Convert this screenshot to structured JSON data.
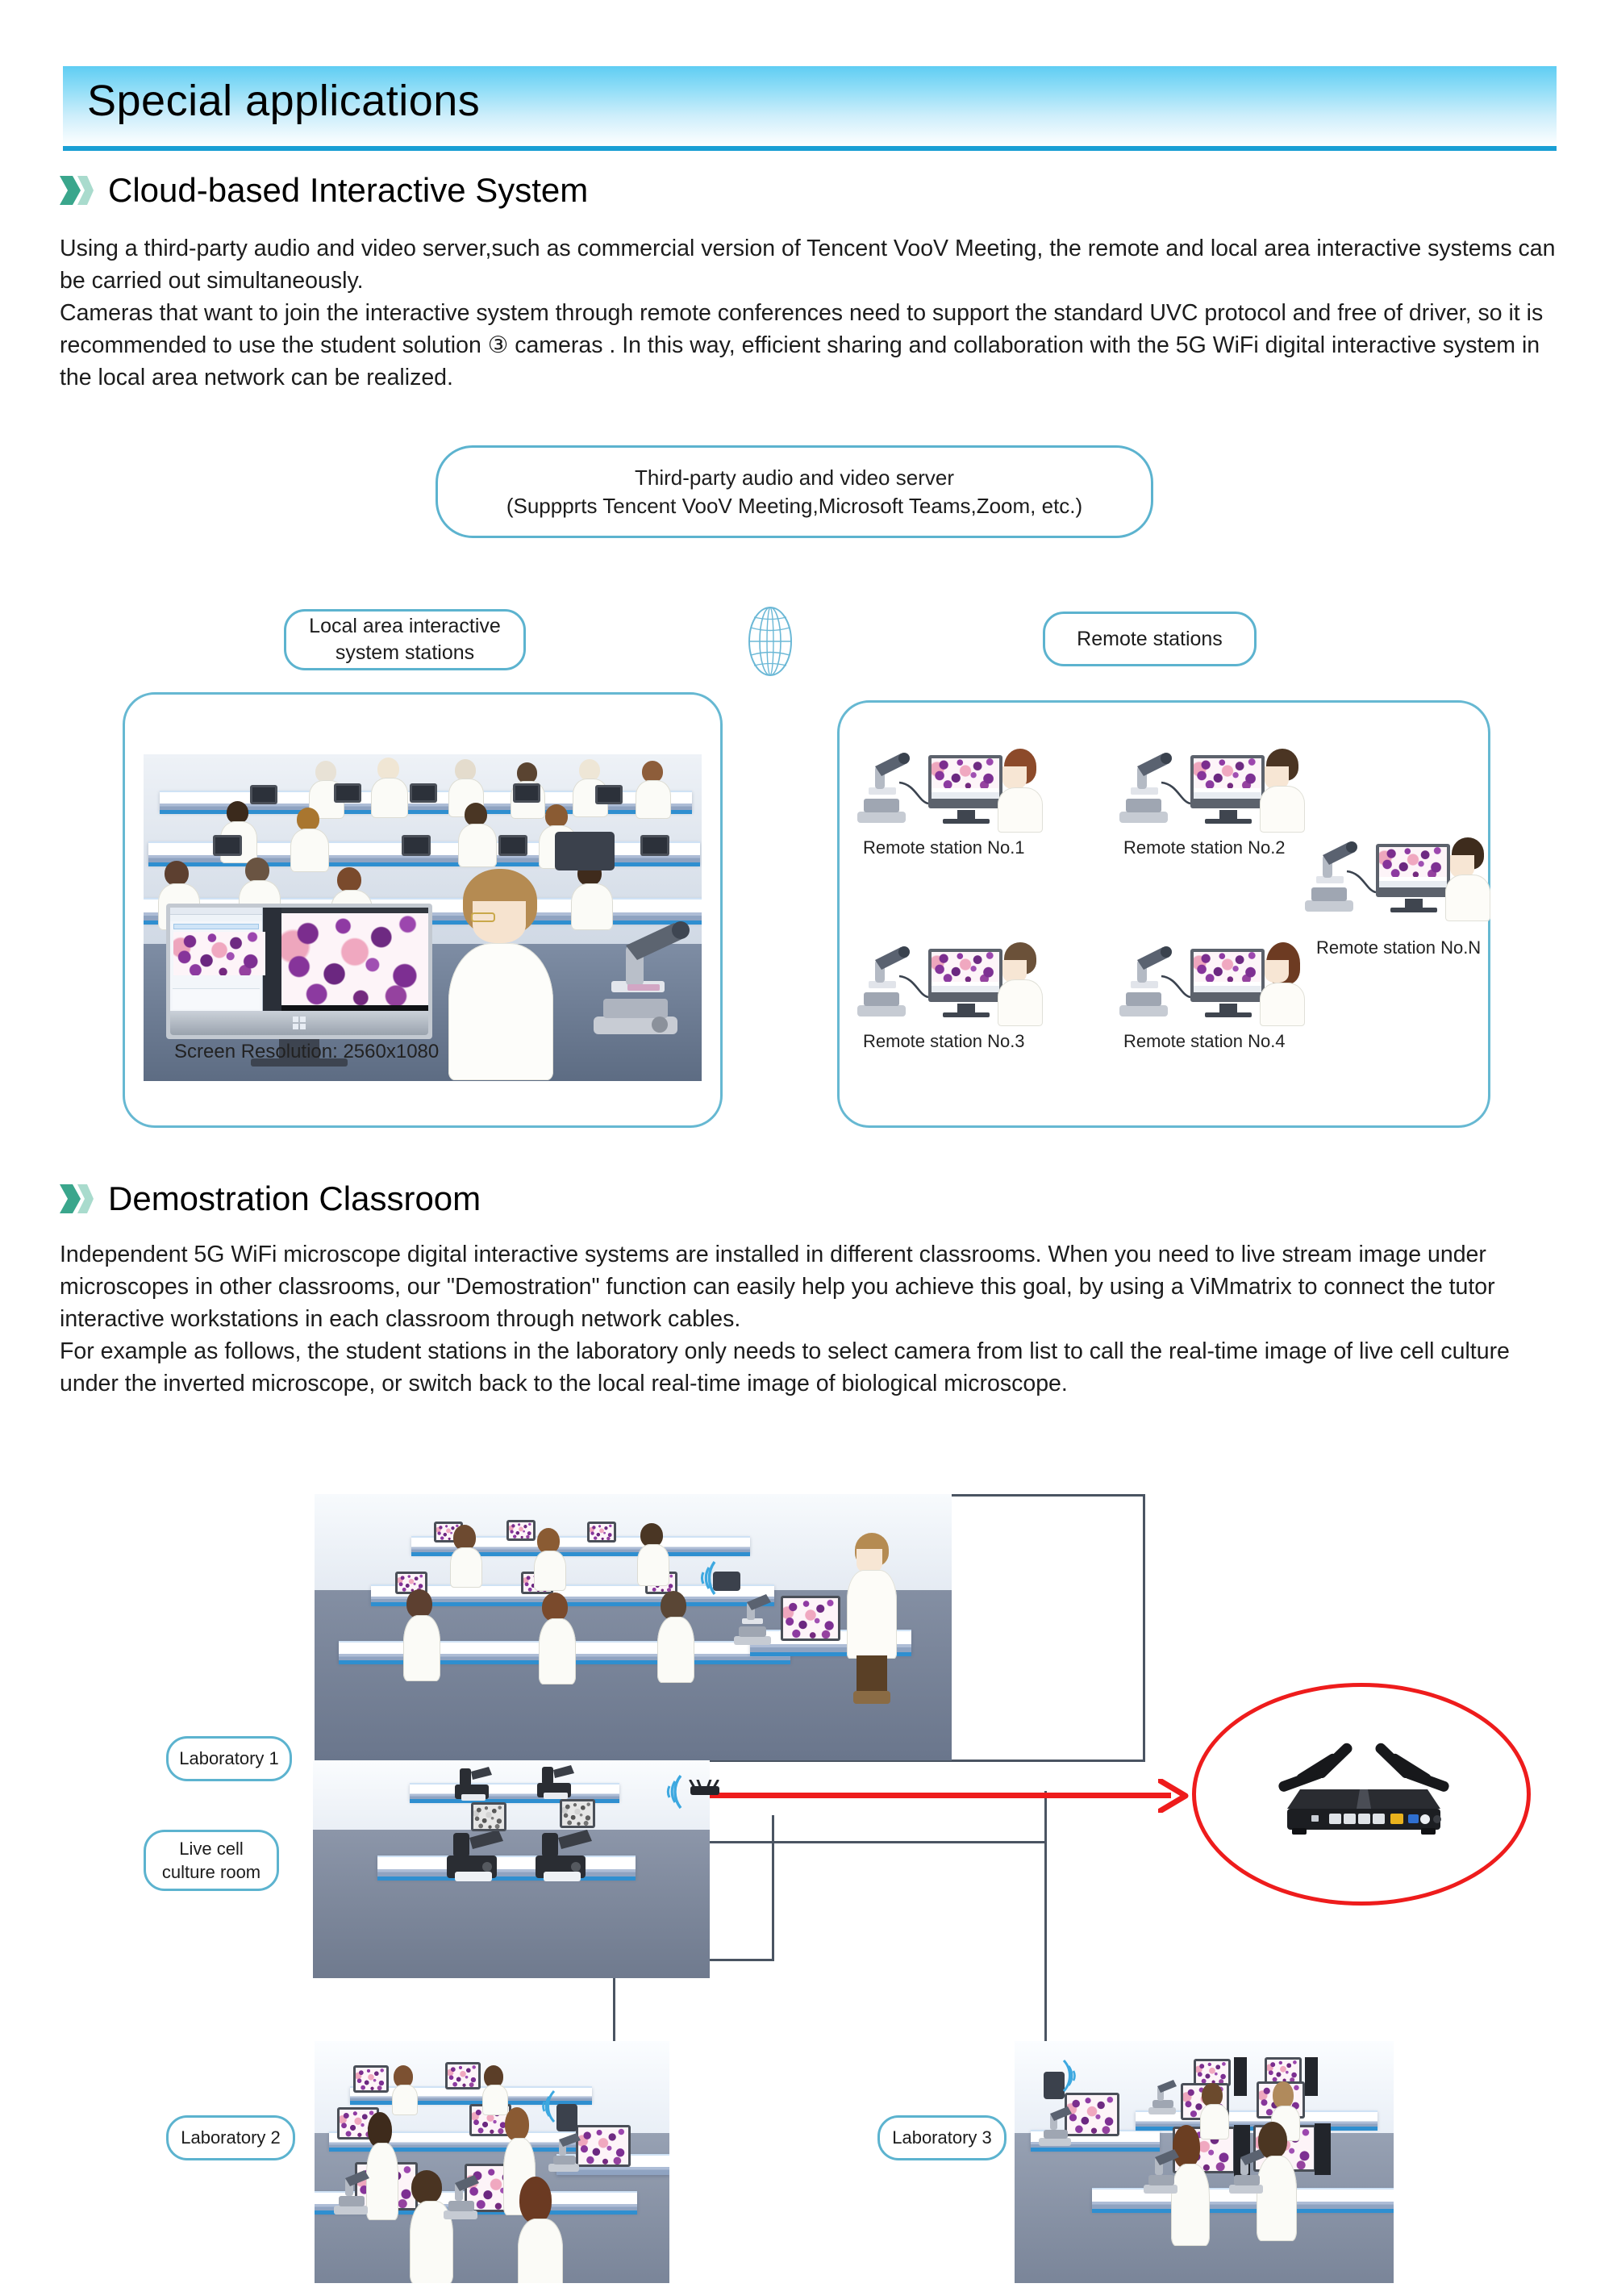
{
  "page": {
    "banner_title": "Special applications"
  },
  "sections": [
    {
      "heading": "Cloud-based Interactive System",
      "body": "Using a third-party audio and video server,such as commercial version of Tencent VooV Meeting, the remote and local area interactive systems can be carried out simultaneously.\nCameras that want to join the interactive system through remote conferences need to support the standard UVC protocol and free of driver, so it is recommended to use the student solution ③ cameras . In this way,  efficient sharing and collaboration with the 5G WiFi  digital interactive system in the local area network can be realized."
    },
    {
      "heading": "Demostration Classroom",
      "body": "Independent 5G WiFi microscope digital interactive systems are installed in different classrooms. When you need to live stream image under microscopes in other classrooms, our \"Demostration\" function can easily help you achieve this goal, by using a ViMmatrix to connect the tutor interactive workstations in each classroom through network cables.\nFor example as  follows, the student stations in the laboratory only needs to select camera from list to call the real-time image of live cell culture under the inverted microscope, or switch back to the local real-time image of biological microscope."
    }
  ],
  "diagram1": {
    "server_bubble_line1": "Third-party audio and video server",
    "server_bubble_line2": "(Suppprts Tencent VooV Meeting,Microsoft Teams,Zoom, etc.)",
    "local_label_line1": "Local area interactive",
    "local_label_line2": "system stations",
    "remote_label": "Remote stations",
    "screen_resolution": "Screen Resolution: 2560x1080",
    "globe_icon": "globe-icon",
    "remote_stations": [
      {
        "label": "Remote station No.1"
      },
      {
        "label": "Remote station No.2"
      },
      {
        "label": "Remote station No.N"
      },
      {
        "label": "Remote station No.3"
      },
      {
        "label": "Remote station No.4"
      }
    ]
  },
  "diagram2": {
    "lab1_label": "Laboratory 1",
    "live_cell_label_line1": "Live cell",
    "live_cell_label_line2": "culture room",
    "lab2_label": "Laboratory 2",
    "lab3_label": "Laboratory 3",
    "router_icon": "wireless-router-icon",
    "wifi_icon": "wifi-signal-icon"
  },
  "colors": {
    "banner_top": "#5fcdf3",
    "banner_rule": "#1a9fd4",
    "bubble_border": "#5cb3cf",
    "panel_border": "#66b8d2",
    "chevron_dark": "#3aa68c",
    "chevron_light": "#a9dbcd",
    "highlight_red": "#ee1c1c",
    "cable": "#4a5462"
  }
}
